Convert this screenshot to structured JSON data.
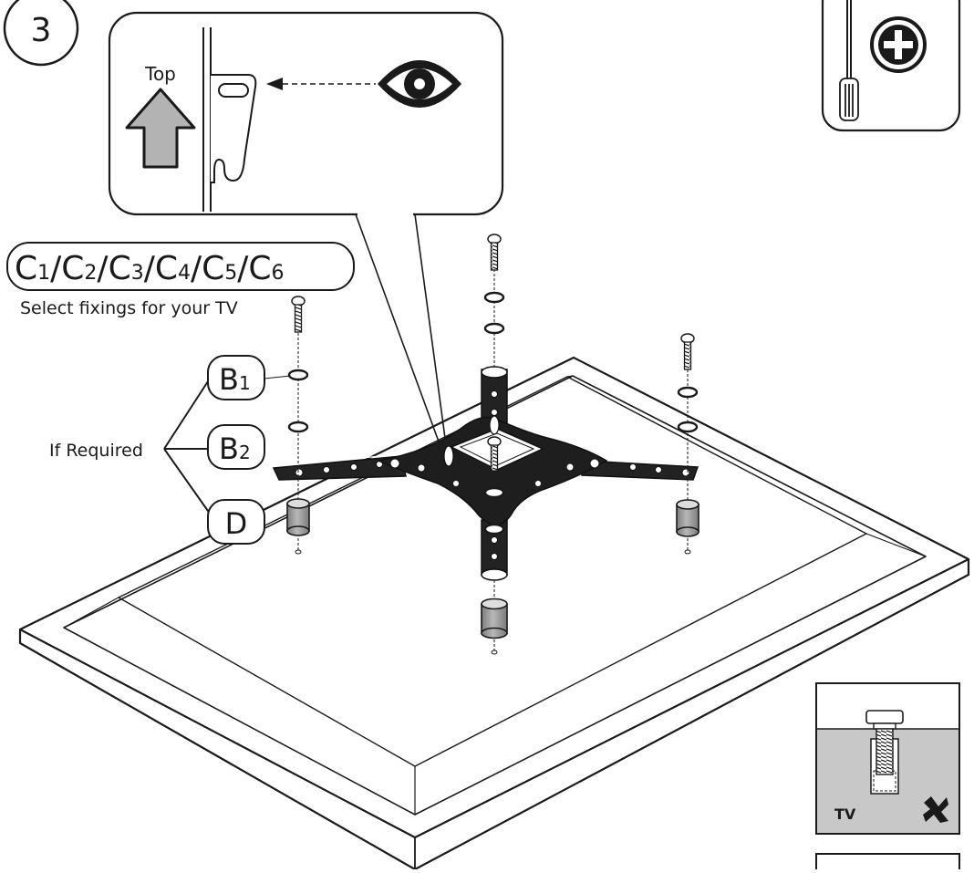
{
  "step": {
    "number": "3"
  },
  "callout": {
    "top_label": "Top"
  },
  "fixings": {
    "codes": [
      {
        "letter": "C",
        "index": "1"
      },
      {
        "letter": "C",
        "index": "2"
      },
      {
        "letter": "C",
        "index": "3"
      },
      {
        "letter": "C",
        "index": "4"
      },
      {
        "letter": "C",
        "index": "5"
      },
      {
        "letter": "C",
        "index": "6"
      }
    ],
    "separator": "/",
    "caption": "Select fixings for your TV"
  },
  "parts": {
    "b1": {
      "letter": "B",
      "index": "1"
    },
    "b2": {
      "letter": "B",
      "index": "2"
    },
    "d": {
      "letter": "D"
    },
    "if_required": "If Required"
  },
  "detail": {
    "tv_label": "TV"
  },
  "icons": [
    "screwdriver-icon",
    "phillips-plus-icon",
    "eye-icon",
    "up-arrow-icon",
    "cross-mark-icon"
  ],
  "colors": {
    "ink": "#1a1a1a",
    "arrow_fill": "#b3b3b3",
    "spacer_fill": "#a8a8a8",
    "detail_fill": "#c8c8c8",
    "plate_fill": "#1e1e1e"
  }
}
